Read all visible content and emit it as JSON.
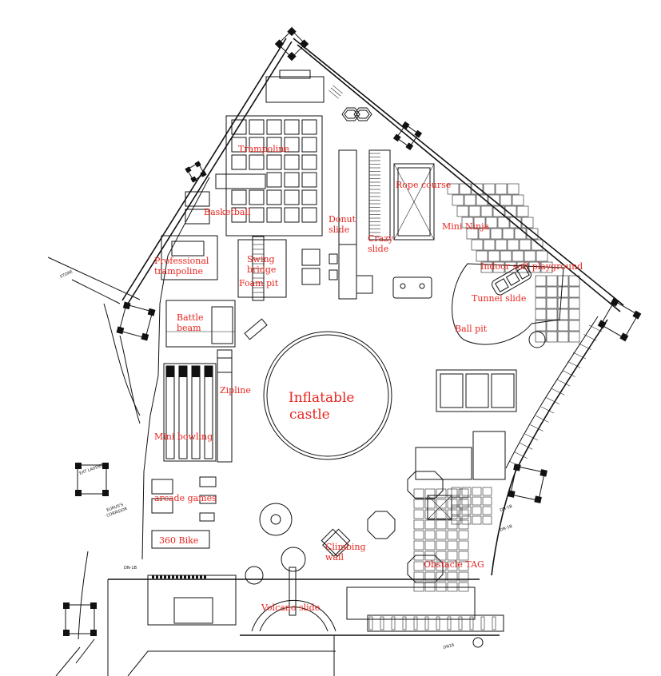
{
  "labels": {
    "trampoline": "Trampoline",
    "basketball": "Basketball",
    "professional_trampoline_1": "Professional",
    "professional_trampoline_2": "trampoline",
    "swing_bridge_1": "Swing",
    "swing_bridge_2": "bridge",
    "foam_pit": "Foam pit",
    "donut_slide_1": "Donut",
    "donut_slide_2": "slide",
    "crazy_slide_1": "Crazy",
    "crazy_slide_2": "slide",
    "rope_course": "Rope course",
    "mini_ninja": "Mini Ninja",
    "indoor_soft_playground": "Indoor soft playground",
    "tunnel_slide": "Tunnel slide",
    "ball_pit": "Ball pit",
    "battle_beam_1": "Battle",
    "battle_beam_2": "beam",
    "zipline": "Zipline",
    "inflatable_castle_1": "Inflatable",
    "inflatable_castle_2": "castle",
    "mini_bowling": "Mini bowling",
    "arcade_games": "arcade games",
    "bike_360": "360 Bike",
    "climbing_wall_1": "Climbing",
    "climbing_wall_2": "wall",
    "obstacle_tag": "Obstacle TAG",
    "volcano_slide": "Volcano slide"
  },
  "annotations": {
    "store": "STORE",
    "exit_ladder": "EXT LADDER",
    "eurus_corridor_1": "EURUS'S",
    "eurus_corridor_2": "CORRIDOR",
    "dn_1": "DN-1B",
    "dn_2": "DN-1B",
    "dn_3": "DN-1B",
    "dn18": "DN18"
  }
}
